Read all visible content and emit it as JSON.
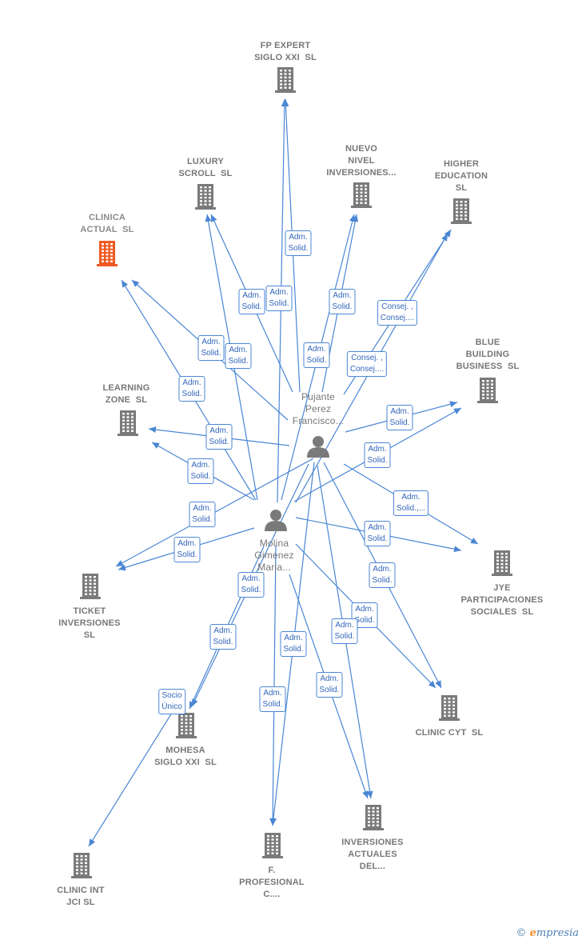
{
  "colors": {
    "edge": "#4a86d4",
    "building": "#7a7a7a",
    "highlight": "#f05a22",
    "person": "#7a7a7a"
  },
  "companies": [
    {
      "id": "fp_expert",
      "label": "FP EXPERT\nSIGLO XXI  SL",
      "icon": "building-icon"
    },
    {
      "id": "luxury",
      "label": "LUXURY\nSCROLL  SL",
      "icon": "building-icon"
    },
    {
      "id": "nuevo",
      "label": "NUEVO\nNIVEL\nINVERSIONES...",
      "icon": "building-icon"
    },
    {
      "id": "higher",
      "label": "HIGHER\nEDUCATION\nSL",
      "icon": "building-icon"
    },
    {
      "id": "clinica",
      "label": "CLINICA\nACTUAL  SL",
      "icon": "building-icon",
      "highlight": true
    },
    {
      "id": "blue",
      "label": "BLUE\nBUILDING\nBUSINESS  SL",
      "icon": "building-icon"
    },
    {
      "id": "learning",
      "label": "LEARNING\nZONE  SL",
      "icon": "building-icon"
    },
    {
      "id": "jye",
      "label": "JYE\nPARTICIPACIONES\nSOCIALES  SL",
      "icon": "building-icon"
    },
    {
      "id": "ticket",
      "label": "TICKET\nINVERSIONES\nSL",
      "icon": "building-icon"
    },
    {
      "id": "clinic_cyt",
      "label": "CLINIC CYT  SL",
      "icon": "building-icon"
    },
    {
      "id": "mohesa",
      "label": "MOHESA\nSIGLO XXI  SL",
      "icon": "building-icon"
    },
    {
      "id": "inv_actuales",
      "label": "INVERSIONES\nACTUALES\nDEL...",
      "icon": "building-icon"
    },
    {
      "id": "clinic_int",
      "label": "CLINIC INT\nJCI SL",
      "icon": "building-icon"
    },
    {
      "id": "f_profesional",
      "label": "F.\nPROFESIONAL\nC....",
      "icon": "building-icon"
    }
  ],
  "persons": [
    {
      "id": "pujante",
      "label": "Pujante\nPerez\nFrancisco...",
      "icon": "person-icon"
    },
    {
      "id": "molina",
      "label": "Molina\nGimenez\nMaria...",
      "icon": "person-icon"
    }
  ],
  "edges": [
    {
      "from": "pujante",
      "to": "fp_expert",
      "label": "Adm.\nSolid."
    },
    {
      "from": "molina",
      "to": "fp_expert",
      "label": "Adm.\nSolid."
    },
    {
      "from": "pujante",
      "to": "luxury",
      "label": "Adm.\nSolid."
    },
    {
      "from": "molina",
      "to": "luxury",
      "label": "Adm.\nSolid."
    },
    {
      "from": "pujante",
      "to": "nuevo",
      "label": "Adm.\nSolid."
    },
    {
      "from": "molina",
      "to": "nuevo",
      "label": "Adm.\nSolid."
    },
    {
      "from": "pujante",
      "to": "higher",
      "label": "Consej. ,\nConsej...."
    },
    {
      "from": "molina",
      "to": "higher",
      "label": "Consej. ,\nConsej...."
    },
    {
      "from": "pujante",
      "to": "clinica",
      "label": "Adm.\nSolid."
    },
    {
      "from": "molina",
      "to": "clinica",
      "label": "Adm.\nSolid."
    },
    {
      "from": "pujante",
      "to": "blue",
      "label": "Adm.\nSolid."
    },
    {
      "from": "molina",
      "to": "blue",
      "label": "Adm.\nSolid."
    },
    {
      "from": "pujante",
      "to": "learning",
      "label": "Adm.\nSolid."
    },
    {
      "from": "molina",
      "to": "learning",
      "label": "Adm.\nSolid."
    },
    {
      "from": "pujante",
      "to": "jye",
      "label": "Adm.\nSolid.,..."
    },
    {
      "from": "molina",
      "to": "jye",
      "label": "Adm.\nSolid."
    },
    {
      "from": "pujante",
      "to": "ticket",
      "label": "Adm.\nSolid."
    },
    {
      "from": "molina",
      "to": "ticket",
      "label": "Adm.\nSolid."
    },
    {
      "from": "pujante",
      "to": "clinic_cyt",
      "label": "Adm.\nSolid."
    },
    {
      "from": "molina",
      "to": "clinic_cyt",
      "label": "Adm.\nSolid."
    },
    {
      "from": "pujante",
      "to": "mohesa",
      "label": "Adm.\nSolid."
    },
    {
      "from": "molina",
      "to": "mohesa",
      "label": "Adm.\nSolid."
    },
    {
      "from": "pujante",
      "to": "inv_actuales",
      "label": "Adm.\nSolid."
    },
    {
      "from": "molina",
      "to": "inv_actuales",
      "label": "Adm.\nSolid."
    },
    {
      "from": "pujante",
      "to": "f_profesional",
      "label": "Adm.\nSolid."
    },
    {
      "from": "molina",
      "to": "f_profesional",
      "label": "Adm.\nSolid."
    },
    {
      "from": "mohesa",
      "to": "clinic_int",
      "label": "Socio\nÚnico"
    }
  ],
  "brand": {
    "copyright": "©",
    "name_first": "e",
    "name_rest": "mpresia"
  }
}
